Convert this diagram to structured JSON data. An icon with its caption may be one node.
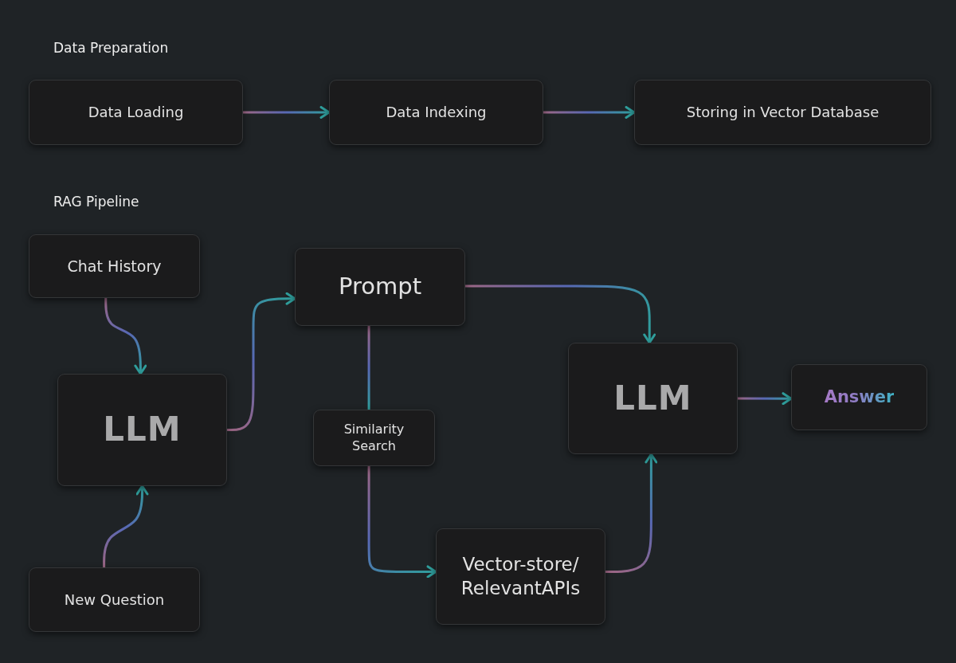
{
  "diagram": {
    "nodes": [
      {
        "text": [
          "Data Loading"
        ]
      },
      {
        "text": [
          "Data Indexing"
        ]
      },
      {
        "text": [
          "Storing in Vector Database"
        ]
      },
      {
        "text": [
          "Chat History"
        ]
      },
      {
        "text": [
          "Prompt"
        ]
      },
      {
        "text": [
          "LLM"
        ]
      },
      {
        "text": [
          "Similarity Search"
        ]
      },
      {
        "text": [
          "LLM"
        ]
      },
      {
        "text": [
          "Answer"
        ]
      },
      {
        "text": [
          "New Question"
        ]
      },
      {
        "text": [
          "Vector-store/ RelevantAPIs"
        ]
      }
    ],
    "edges": [
      {
        "from": 0,
        "to": 1,
        "arrow": "to"
      },
      {
        "from": 1,
        "to": 2,
        "arrow": "to"
      },
      {
        "from": 3,
        "to": 5,
        "arrow": "to"
      },
      {
        "from": 9,
        "to": 5,
        "arrow": "to"
      },
      {
        "from": 5,
        "to": 4,
        "arrow": "to"
      },
      {
        "from": 4,
        "to": 6,
        "arrow": "none"
      },
      {
        "from": 6,
        "to": 10,
        "arrow": "to"
      },
      {
        "from": 4,
        "to": 7,
        "arrow": "to"
      },
      {
        "from": 10,
        "to": 7,
        "arrow": "to"
      },
      {
        "from": 7,
        "to": 8,
        "arrow": "to"
      }
    ],
    "labels": [
      "Data Preparation",
      "RAG Pipeline"
    ]
  }
}
